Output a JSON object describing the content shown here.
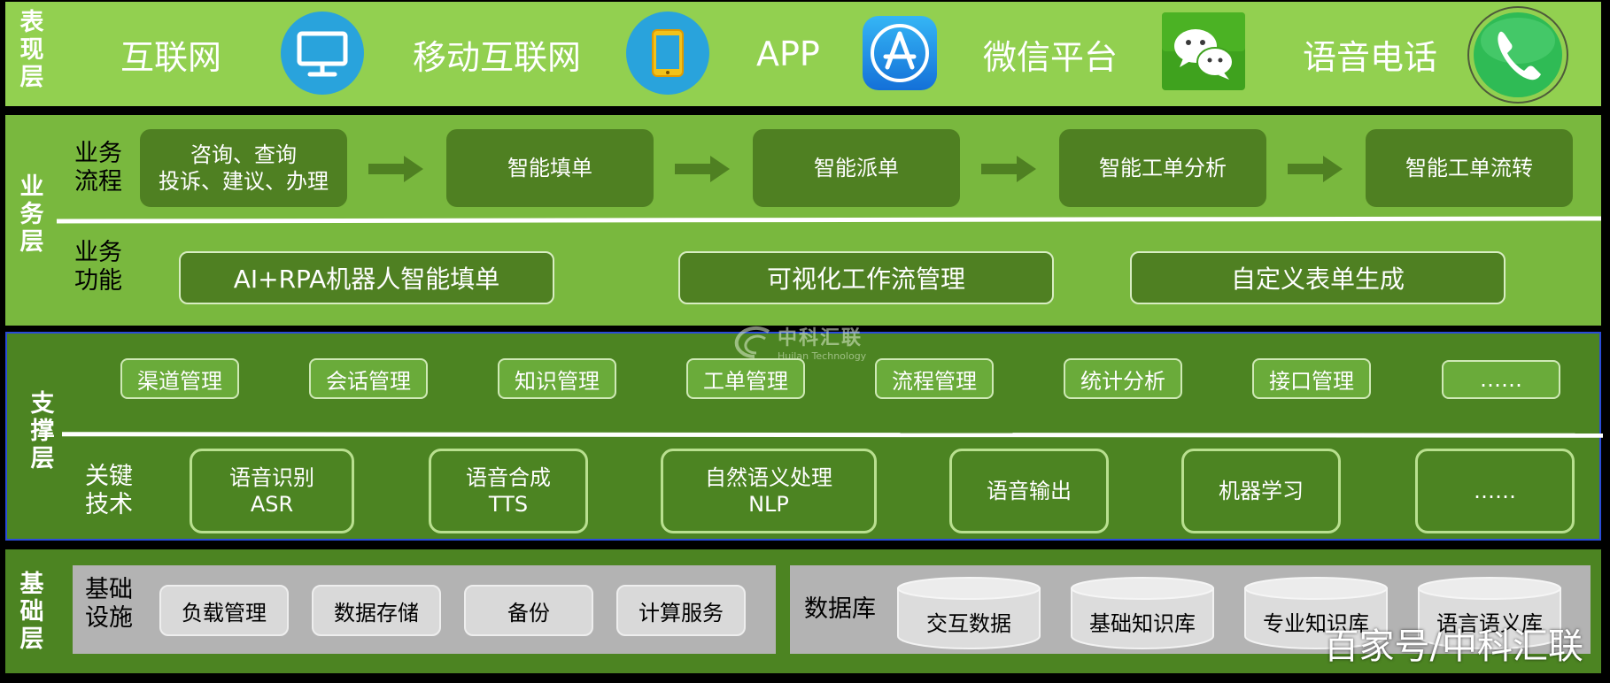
{
  "layers": {
    "presentation": {
      "label": "表\n现\n层",
      "items": [
        {
          "text": "互联网",
          "icon": "monitor-icon"
        },
        {
          "text": "移动互联网",
          "icon": "tablet-icon"
        },
        {
          "text": "APP",
          "icon": "app-store-icon"
        },
        {
          "text": "微信平台",
          "icon": "wechat-icon"
        },
        {
          "text": "语音电话",
          "icon": "phone-icon"
        }
      ]
    },
    "business": {
      "label": "业\n务\n层",
      "process_label": "业务\n流程",
      "process_steps": [
        "咨询、查询\n投诉、建议、办理",
        "智能填单",
        "智能派单",
        "智能工单分析",
        "智能工单流转"
      ],
      "function_label": "业务\n功能",
      "functions": [
        "AI+RPA机器人智能填单",
        "可视化工作流管理",
        "自定义表单生成"
      ]
    },
    "support": {
      "label": "支\n撑\n层",
      "management": [
        "渠道管理",
        "会话管理",
        "知识管理",
        "工单管理",
        "流程管理",
        "统计分析",
        "接口管理",
        "……"
      ],
      "tech_label": "关键\n技术",
      "technologies": [
        {
          "name": "语音识别",
          "abbr": "ASR"
        },
        {
          "name": "语音合成",
          "abbr": "TTS"
        },
        {
          "name": "自然语义处理",
          "abbr": "NLP"
        },
        {
          "name": "语音输出",
          "abbr": ""
        },
        {
          "name": "机器学习",
          "abbr": ""
        },
        {
          "name": "……",
          "abbr": ""
        }
      ]
    },
    "infrastructure": {
      "label": "基\n础\n层",
      "facility_label": "基础\n设施",
      "facilities": [
        "负载管理",
        "数据存储",
        "备份",
        "计算服务"
      ],
      "database_label": "数据库",
      "databases": [
        "交互数据",
        "基础知识库",
        "专业知识库",
        "语言语义库"
      ]
    }
  },
  "watermark": {
    "cn": "中科汇联",
    "en": "Huilan Technology"
  },
  "credit": "百家号/中科汇联",
  "colors": {
    "layer1": "#92d050",
    "layer2": "#79b83e",
    "layer3": "#4c8422",
    "box_dark": "#4f8022",
    "gray": "#d9d9d9"
  }
}
